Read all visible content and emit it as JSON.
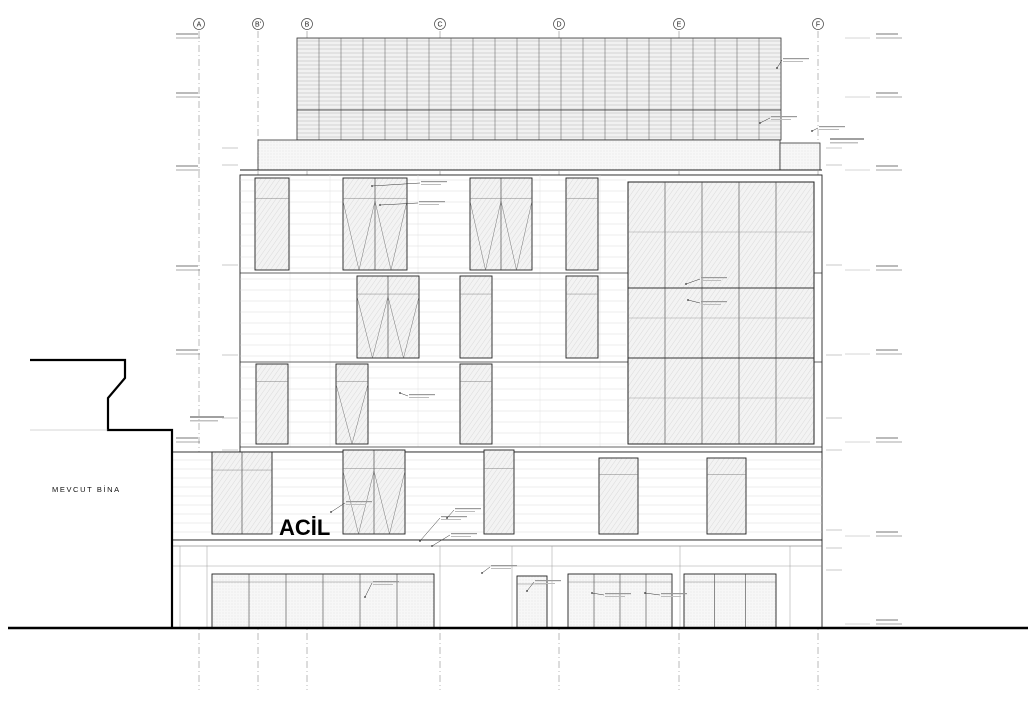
{
  "drawing": {
    "grid_labels": [
      "A",
      "B'",
      "B",
      "C",
      "D",
      "E",
      "F"
    ],
    "existing_building_label": "MEVCUT BİNA",
    "sign_text": "ACİL"
  }
}
